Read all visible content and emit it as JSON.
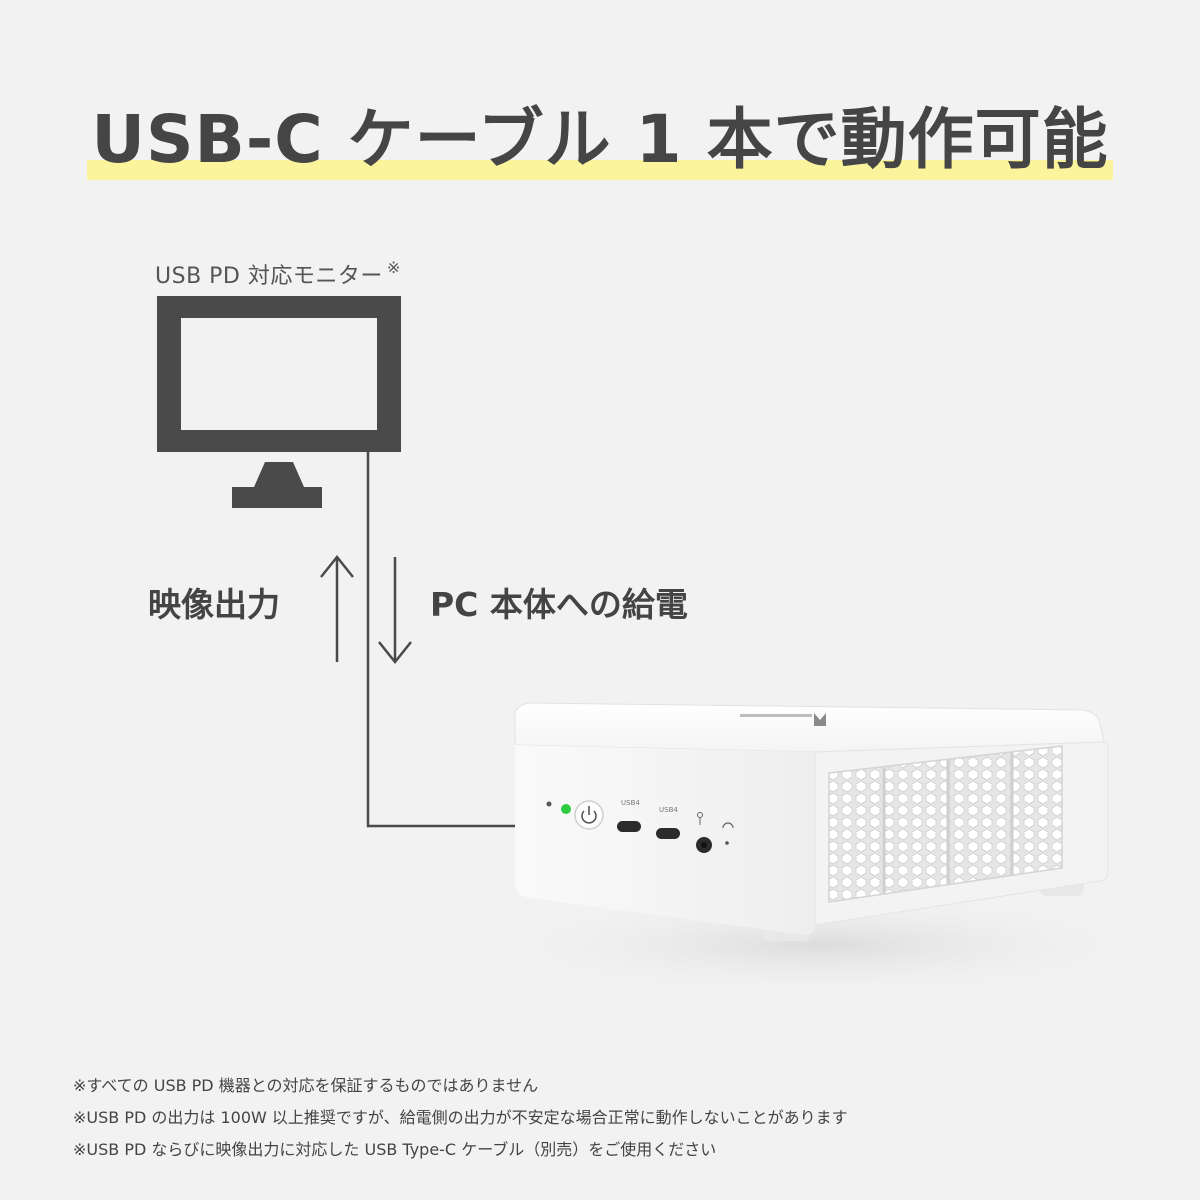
{
  "title": "USB-C ケーブル 1 本で動作可能",
  "monitor_label": "USB PD 対応モニター",
  "monitor_label_mark": "※",
  "video_output_label": "映像出力",
  "power_supply_label": "PC 本体への給電",
  "device_port_labels": [
    "USB4",
    "USB4"
  ],
  "footnotes": [
    "※すべての USB PD 機器との対応を保証するものではありません",
    "※USB PD の出力は 100W 以上推奨ですが、給電側の出力が不安定な場合正常に動作しないことがあります",
    "※USB PD ならびに映像出力に対応した USB Type-C ケーブル（別売）をご使用ください"
  ],
  "colors": {
    "background": "#f2f2f2",
    "text": "#444444",
    "highlight": "#fbf49c",
    "monitor": "#4a4a4a",
    "power_led": "#2ecc40"
  }
}
